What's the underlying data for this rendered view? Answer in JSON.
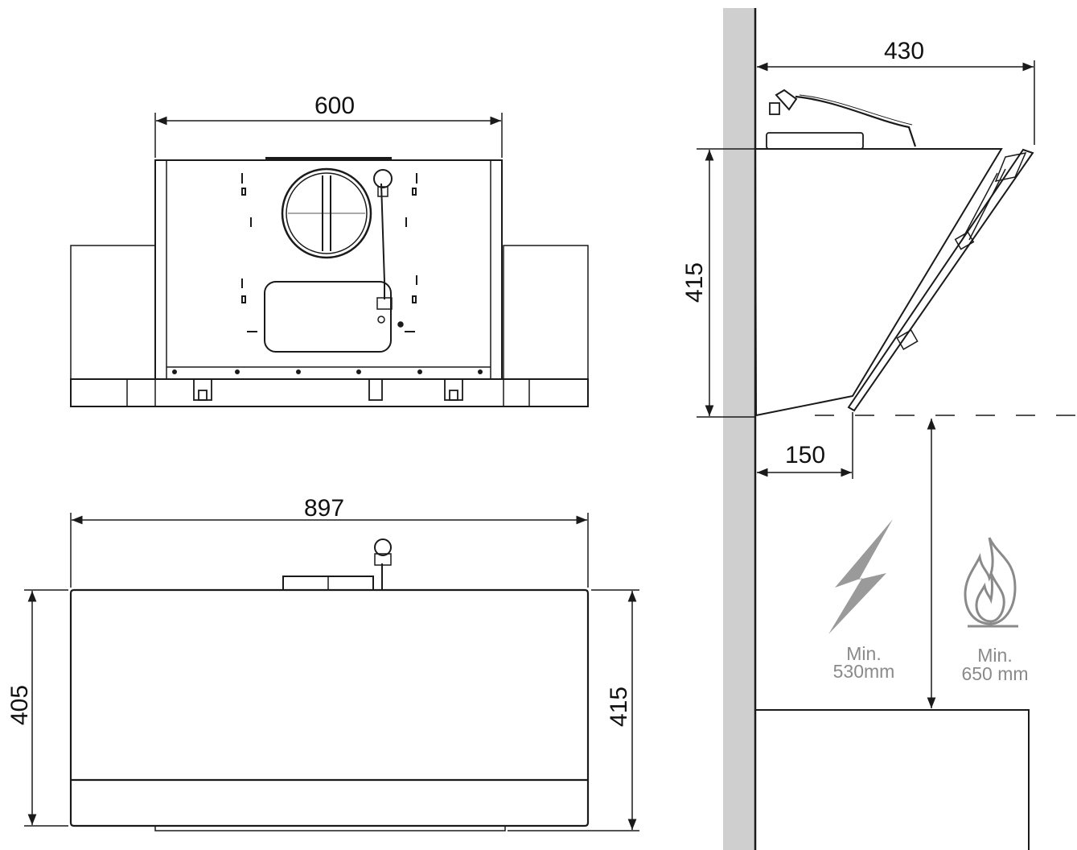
{
  "top_view": {
    "width_dim": "600"
  },
  "front_view": {
    "width_dim": "897",
    "height_left_dim": "405",
    "height_right_dim": "415"
  },
  "side_view": {
    "depth_dim": "430",
    "height_dim": "415",
    "offset_dim": "150",
    "electric_clearance": {
      "label": "Min.",
      "value": "530mm",
      "icon": "lightning-bolt-icon"
    },
    "gas_clearance": {
      "label": "Min.",
      "value": "650 mm",
      "icon": "flame-icon"
    }
  },
  "colors": {
    "line": "#1a1a1a",
    "wall": "#cfcfcf",
    "note": "#8a8a8a"
  }
}
